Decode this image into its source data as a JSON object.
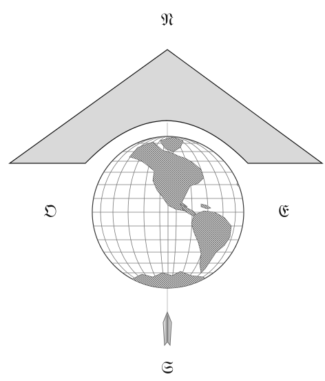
{
  "compass": {
    "north": "𝔑",
    "south": "𝔖",
    "west": "𝔒",
    "east": "𝔈"
  },
  "colors": {
    "background": "#ffffff",
    "roof_fill": "#d9d9d9",
    "line": "#111111",
    "grid": "#777777",
    "land": "#8a8a8a"
  }
}
